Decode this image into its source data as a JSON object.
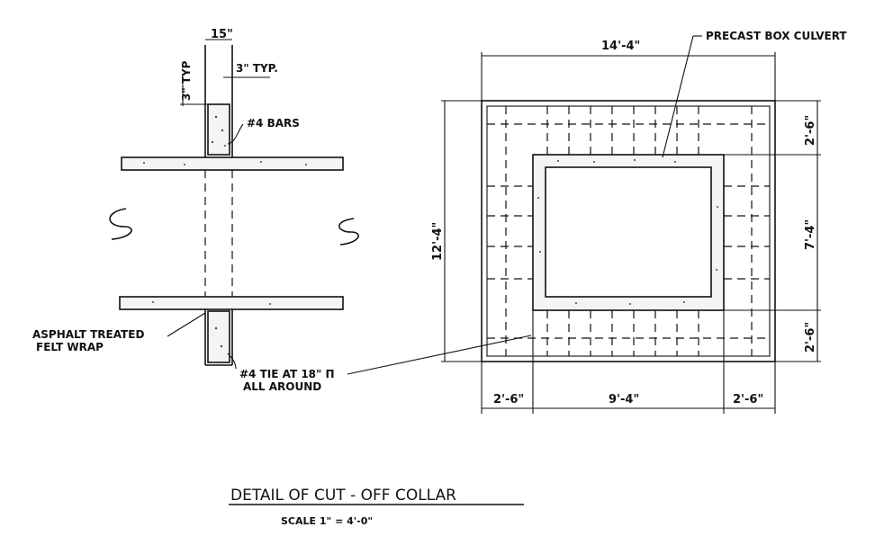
{
  "drawing": {
    "title": "DETAIL OF CUT - OFF COLLAR",
    "scale": "SCALE  1\" = 4'-0\""
  },
  "section_view": {
    "labels": {
      "collar_width": "15\"",
      "cover_typ_h": "3\" TYP.",
      "cover_typ_v": "3\" TYP",
      "bars": "#4 BARS",
      "felt_line1": "ASPHALT TREATED",
      "felt_line2": "FELT WRAP",
      "tie_line1": "#4 TIE AT 18\" Π",
      "tie_line2": "ALL AROUND"
    }
  },
  "elevation_view": {
    "labels": {
      "culvert": "PRECAST BOX CULVERT",
      "overall_width": "14'-4\"",
      "overall_height": "12'-4\"",
      "top_band": "2'-6\"",
      "mid_band": "7'-4\"",
      "bottom_band": "2'-6\"",
      "left_band": "2'-6\"",
      "center_span": "9'-4\"",
      "right_band": "2'-6\""
    }
  }
}
